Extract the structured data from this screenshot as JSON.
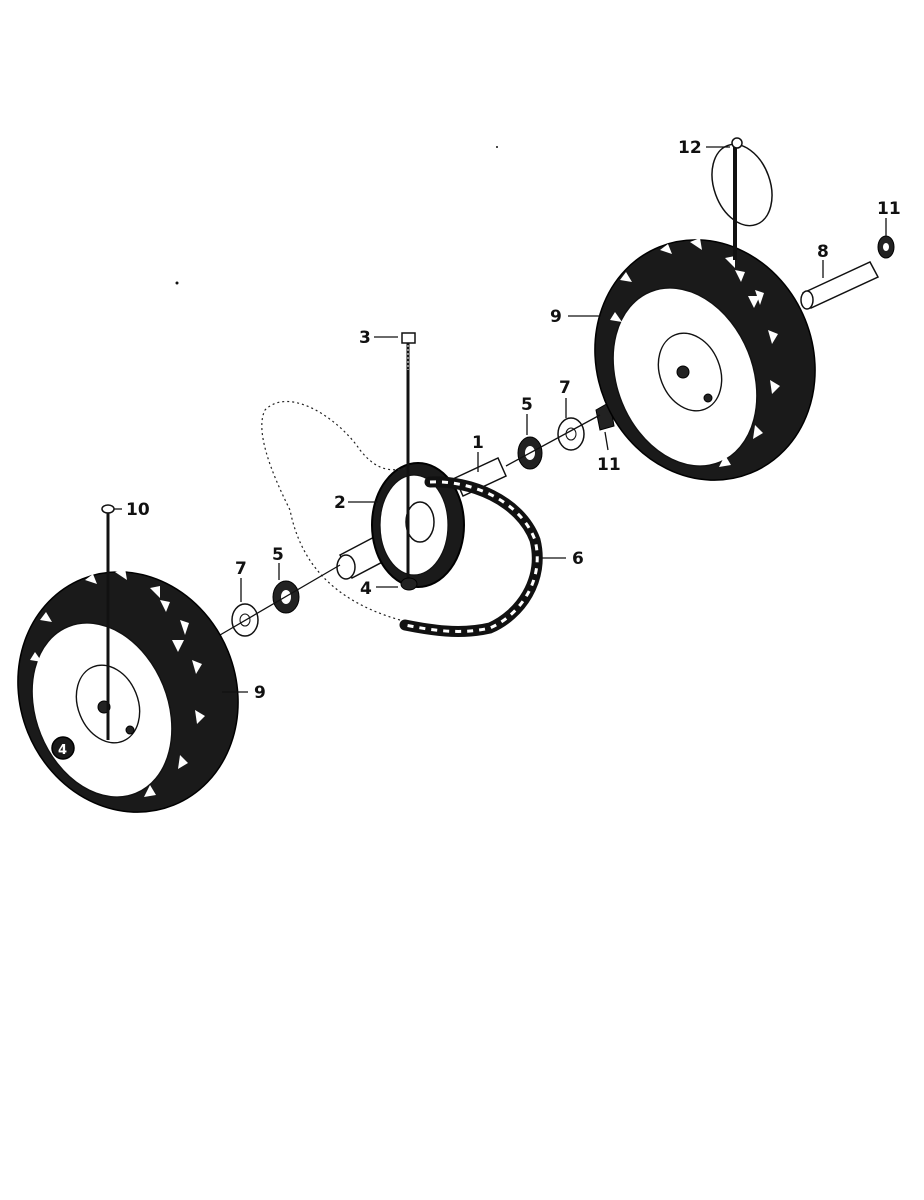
{
  "labels": {
    "axle": "1",
    "sprocket": "2",
    "bolt_top": "3",
    "nut_center": "4",
    "hub_nut_right": "5",
    "hub_nut_left": "5",
    "chain": "6",
    "washer_right": "7",
    "washer_left": "7",
    "pin_shaft": "8",
    "wheel_right": "9",
    "wheel_left": "9",
    "wheel_bolt": "10",
    "clip_right": "11",
    "clip_far": "11",
    "hairpin": "12",
    "wheel_nut_circle": "4"
  }
}
